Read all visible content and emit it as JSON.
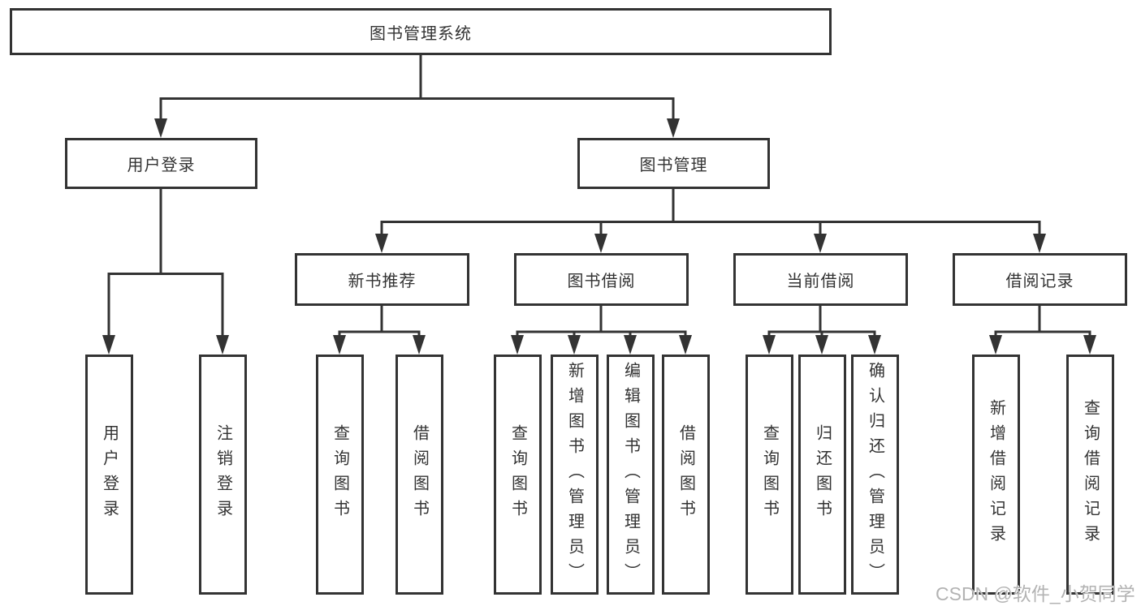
{
  "diagram": {
    "root": {
      "label": "图书管理系统"
    },
    "branches": [
      {
        "label": "用户登录",
        "children": [
          {
            "label": "用户登录"
          },
          {
            "label": "注销登录"
          }
        ]
      },
      {
        "label": "图书管理",
        "children": [
          {
            "label": "新书推荐",
            "children": [
              {
                "label": "查询图书"
              },
              {
                "label": "借阅图书"
              }
            ]
          },
          {
            "label": "图书借阅",
            "children": [
              {
                "label": "查询图书"
              },
              {
                "label": "新增图书（管理员）"
              },
              {
                "label": "编辑图书（管理员）"
              },
              {
                "label": "借阅图书"
              }
            ]
          },
          {
            "label": "当前借阅",
            "children": [
              {
                "label": "查询图书"
              },
              {
                "label": "归还图书"
              },
              {
                "label": "确认归还（管理员）"
              }
            ]
          },
          {
            "label": "借阅记录",
            "children": [
              {
                "label": "新增借阅记录"
              },
              {
                "label": "查询借阅记录"
              }
            ]
          }
        ]
      }
    ]
  },
  "watermark": {
    "text": "CSDN @软件_小贺同学"
  },
  "colors": {
    "line": "#333333",
    "box_border": "#333333",
    "text": "#333333",
    "background": "#ffffff",
    "watermark": "#b3b3b3"
  }
}
